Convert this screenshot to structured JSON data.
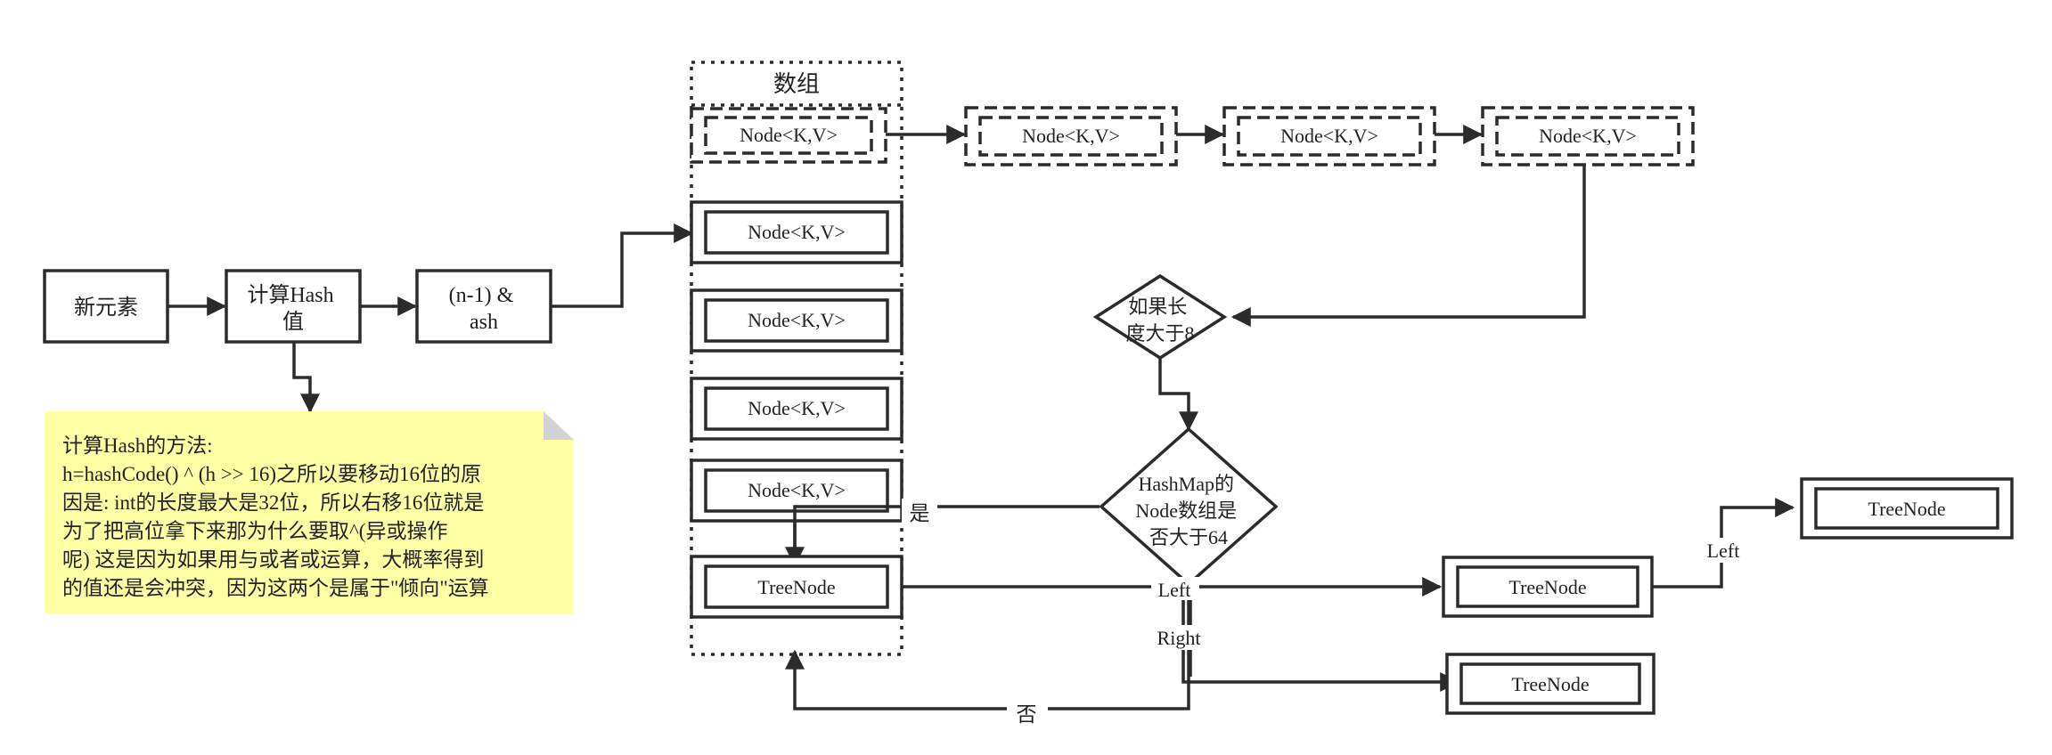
{
  "colors": {
    "stroke": "#2b2b2b",
    "note_fill": "#ffffa6",
    "note_fold": "#d2d2d2",
    "background": "#ffffff"
  },
  "nodes": {
    "new_element": "新元素",
    "calc_hash": [
      "计算Hash",
      "值"
    ],
    "index_calc": [
      "(n-1) &",
      "ash"
    ],
    "array_label": "数组",
    "array_cell_0": "Node<K,V>",
    "array_cell_1": "Node<K,V>",
    "array_cell_2": "Node<K,V>",
    "array_cell_3": "Node<K,V>",
    "array_cell_4": "Node<K,V>",
    "array_treenode": "TreeNode",
    "chain_1": "Node<K,V>",
    "chain_2": "Node<K,V>",
    "chain_3": "Node<K,V>",
    "decision_length": [
      "如果长",
      "度大于8"
    ],
    "decision_capacity": [
      "HashMap的",
      "Node数组是",
      "否大于64"
    ],
    "tree_left": "TreeNode",
    "tree_right": "TreeNode",
    "tree_left_left": "TreeNode"
  },
  "edge_labels": {
    "yes": "是",
    "no": "否",
    "left_1": "Left",
    "right_1": "Right",
    "left_2": "Left"
  },
  "note": {
    "lines": [
      "计算Hash的方法:",
      "h=hashCode() ^ (h >> 16)之所以要移动16位的原",
      "因是: int的长度最大是32位，所以右移16位就是",
      "为了把高位拿下来那为什么要取^(异或操作",
      "呢) 这是因为如果用与或者或运算，大概率得到",
      "的值还是会冲突，因为这两个是属于\"倾向\"运算"
    ]
  }
}
